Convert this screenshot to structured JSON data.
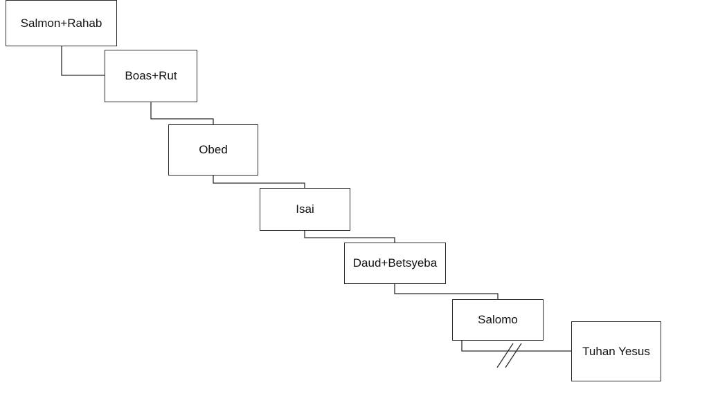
{
  "diagram": {
    "nodes": [
      {
        "id": "n0",
        "label": "Salmon+Rahab"
      },
      {
        "id": "n1",
        "label": "Boas+Rut"
      },
      {
        "id": "n2",
        "label": "Obed"
      },
      {
        "id": "n3",
        "label": "Isai"
      },
      {
        "id": "n4",
        "label": "Daud+Betsyeba"
      },
      {
        "id": "n5",
        "label": "Salomo"
      },
      {
        "id": "n6",
        "label": "Tuhan Yesus"
      }
    ],
    "edges": [
      {
        "from": "n0",
        "to": "n1",
        "style": "solid"
      },
      {
        "from": "n1",
        "to": "n2",
        "style": "solid"
      },
      {
        "from": "n2",
        "to": "n3",
        "style": "solid"
      },
      {
        "from": "n3",
        "to": "n4",
        "style": "solid"
      },
      {
        "from": "n4",
        "to": "n5",
        "style": "solid"
      },
      {
        "from": "n5",
        "to": "n6",
        "style": "break"
      }
    ],
    "colors": {
      "line": "#2b2b2b",
      "text": "#111111",
      "background": "#ffffff"
    }
  }
}
